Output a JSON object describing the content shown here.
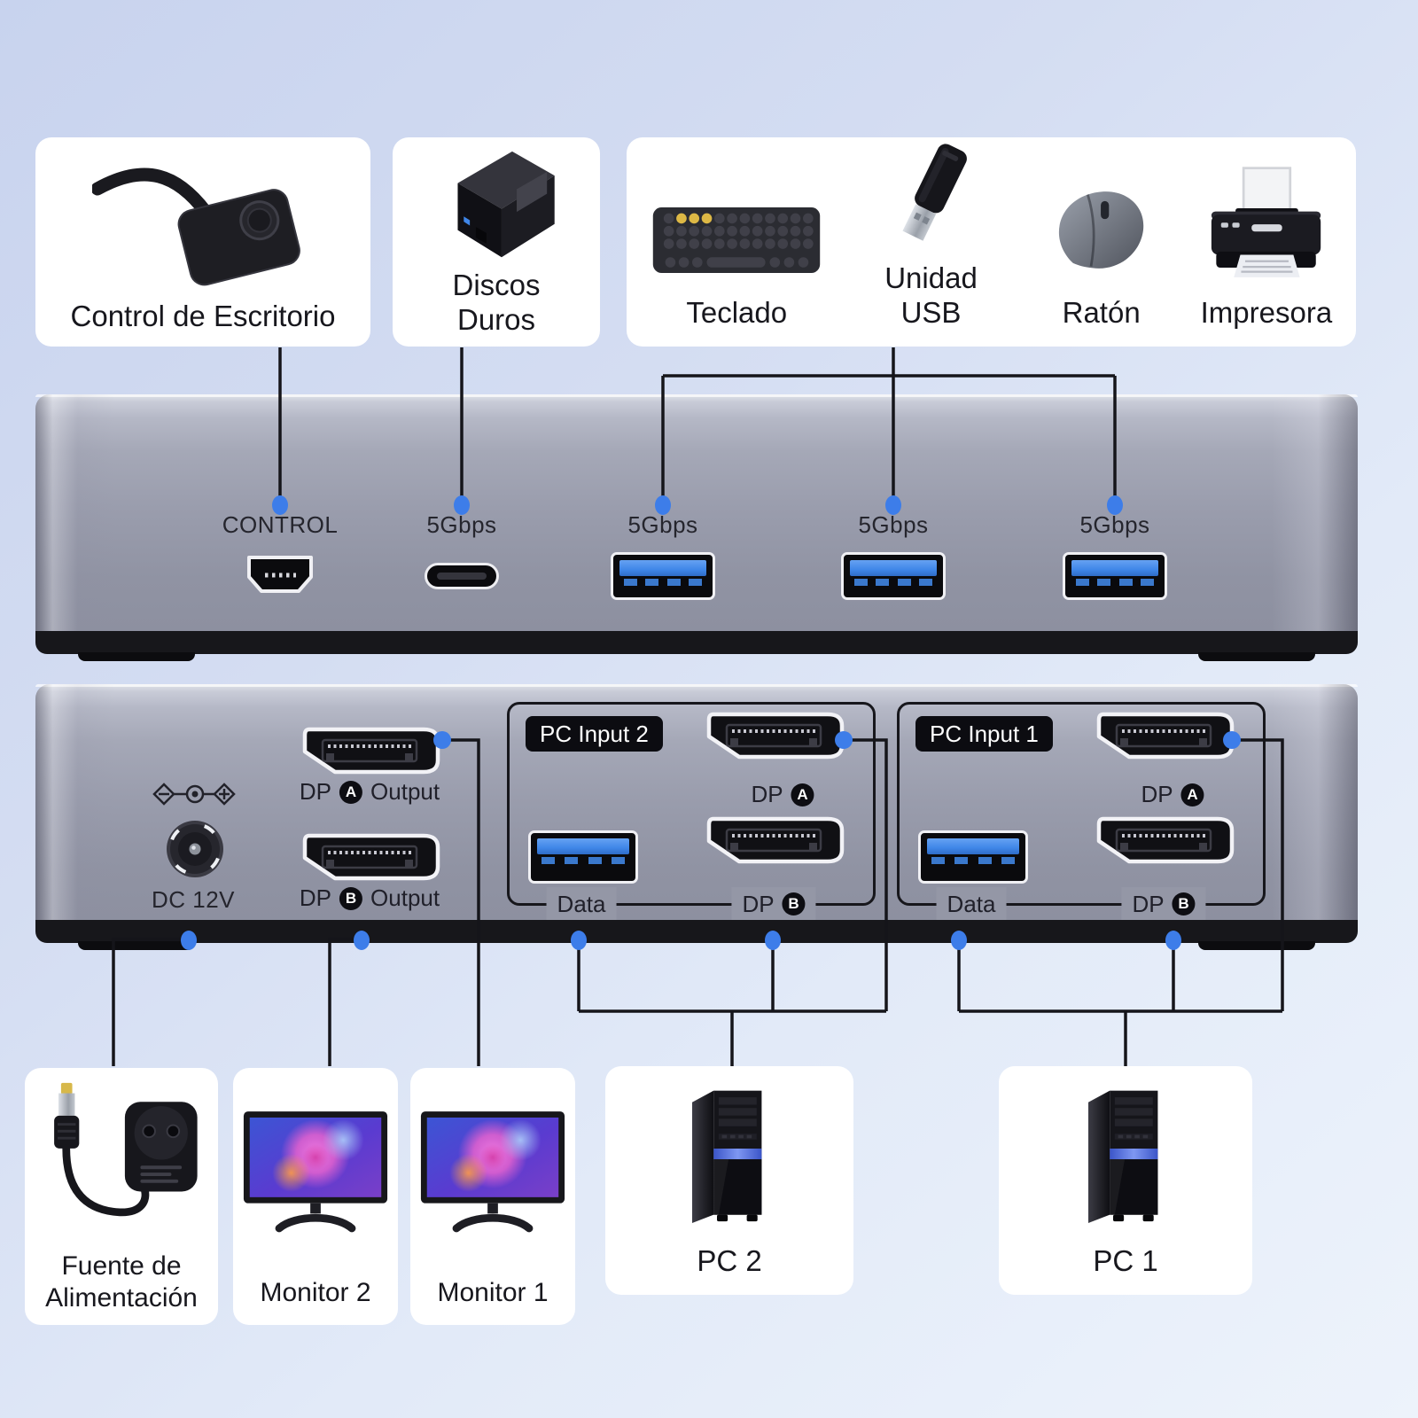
{
  "top_row": {
    "control_card": {
      "label": "Control de Escritorio",
      "icon": "desk-controller-icon"
    },
    "hdd_card": {
      "line1": "Discos",
      "line2": "Duros",
      "icon": "hard-drive-icon"
    },
    "peripherals_card": {
      "items": [
        {
          "label": "Teclado",
          "icon": "keyboard-icon"
        },
        {
          "line1": "Unidad",
          "line2": "USB",
          "icon": "usb-drive-icon"
        },
        {
          "label": "Ratón",
          "icon": "mouse-icon"
        },
        {
          "label": "Impresora",
          "icon": "printer-icon"
        }
      ]
    }
  },
  "front_panel": {
    "ports": [
      {
        "label": "CONTROL",
        "type": "mini-usb"
      },
      {
        "label": "5Gbps",
        "type": "usb-c"
      },
      {
        "label": "5Gbps",
        "type": "usb-a"
      },
      {
        "label": "5Gbps",
        "type": "usb-a"
      },
      {
        "label": "5Gbps",
        "type": "usb-a"
      }
    ]
  },
  "back_panel": {
    "power": {
      "label": "DC 12V"
    },
    "dp_a_output": {
      "prefix": "DP",
      "letter": "A",
      "suffix": "Output"
    },
    "dp_b_output": {
      "prefix": "DP",
      "letter": "B",
      "suffix": "Output"
    },
    "pc_input_2": {
      "title": "PC Input 2",
      "dp_a_prefix": "DP",
      "dp_a_letter": "A",
      "data_label": "Data",
      "dp_b_prefix": "DP",
      "dp_b_letter": "B"
    },
    "pc_input_1": {
      "title": "PC Input 1",
      "dp_a_prefix": "DP",
      "dp_a_letter": "A",
      "data_label": "Data",
      "dp_b_prefix": "DP",
      "dp_b_letter": "B"
    }
  },
  "bottom_row": {
    "power_card": {
      "line1": "Fuente de",
      "line2": "Alimentación",
      "icon": "power-adapter-icon"
    },
    "monitor2_card": {
      "label": "Monitor 2",
      "icon": "monitor-icon"
    },
    "monitor1_card": {
      "label": "Monitor 1",
      "icon": "monitor-icon"
    },
    "pc2_card": {
      "label": "PC 2",
      "icon": "pc-tower-icon"
    },
    "pc1_card": {
      "label": "PC 1",
      "icon": "pc-tower-icon"
    }
  },
  "colors": {
    "accent_blue": "#3d7de9",
    "port_blue": "#3f86e8",
    "connector_line": "#15151a",
    "panel_gray": "#9b9eae",
    "card_background": "#ffffff",
    "background_top_left": "#c8d3ee",
    "background_bottom_right": "#edf3fb"
  }
}
